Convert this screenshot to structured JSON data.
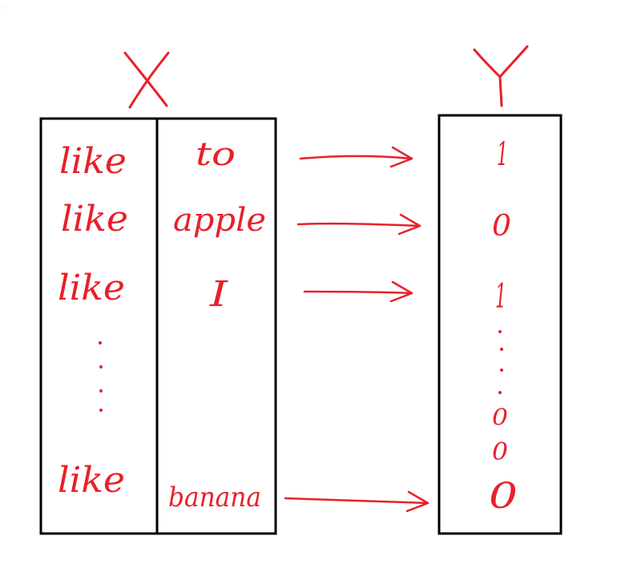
{
  "diagram": {
    "ink_color": "#e8202a",
    "box_color": "#000000",
    "x_label": "X",
    "y_label": "Y",
    "x_col1": [
      "like",
      "like",
      "like",
      "like"
    ],
    "x_col2": [
      "to",
      "apple",
      "I",
      "banana"
    ],
    "y_values": [
      "1",
      "0",
      "1",
      "0",
      "0",
      "0"
    ],
    "arrows": 4
  }
}
